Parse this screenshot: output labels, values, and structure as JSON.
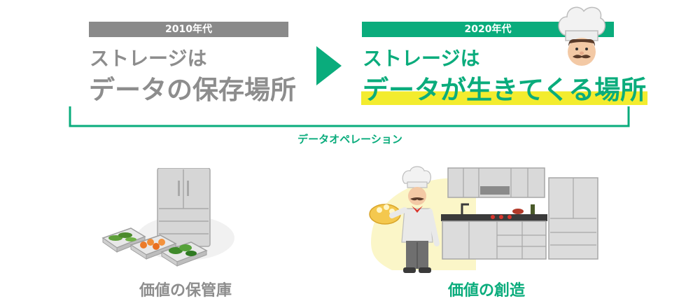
{
  "before": {
    "era": "2010年代",
    "line1": "ストレージは",
    "line2": "データの保存場所",
    "caption": "価値の保管庫"
  },
  "after": {
    "era": "2020年代",
    "line1": "ストレージは",
    "line2": "データが生きてくる場所",
    "caption": "価値の創造"
  },
  "bracket_label": "データオペレーション",
  "colors": {
    "green": "#0aac7c",
    "gray": "#8a8a8a",
    "highlight": "#f3ec2e"
  },
  "icons": [
    "refrigerator-icon",
    "vegetable-trays-icon",
    "chef-icon",
    "kitchen-icon",
    "arrow-right-icon"
  ]
}
